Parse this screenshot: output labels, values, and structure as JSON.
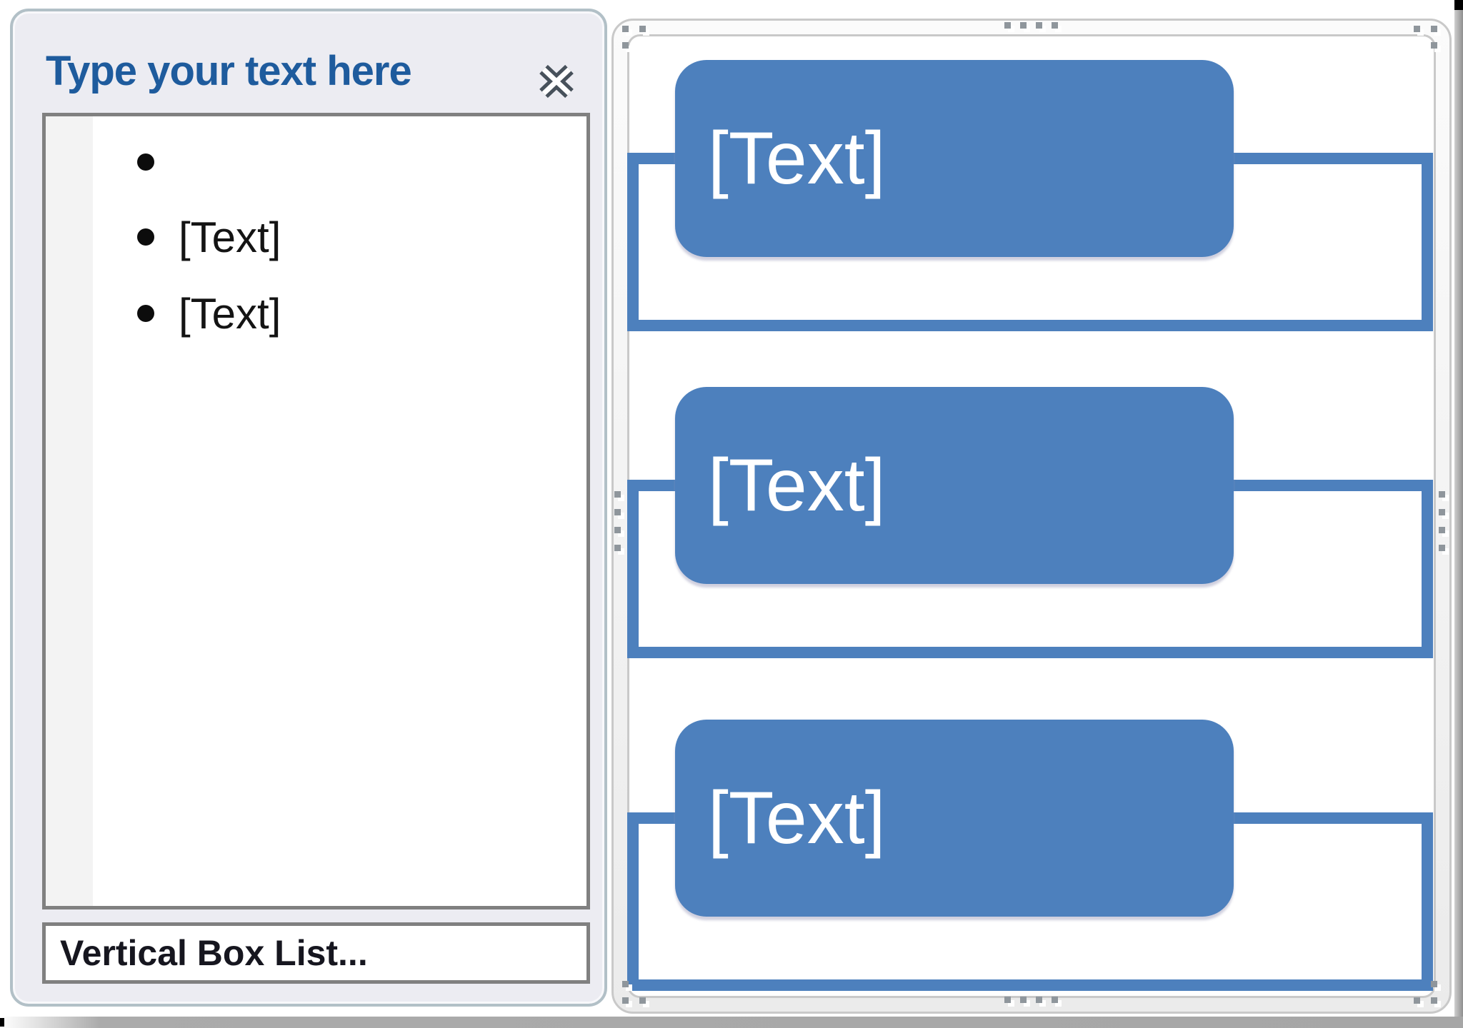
{
  "text_pane": {
    "title": "Type your text here",
    "items": [
      {
        "text": ""
      },
      {
        "text": "[Text]"
      },
      {
        "text": "[Text]"
      }
    ],
    "layout_name": "Vertical Box List..."
  },
  "diagram": {
    "shapes": [
      {
        "label": "[Text]"
      },
      {
        "label": "[Text]"
      },
      {
        "label": "[Text]"
      }
    ]
  },
  "icons": {
    "close": "x-cross"
  },
  "colors": {
    "accent_blue": "#4d80bd",
    "title_blue": "#1e5b9d",
    "panel_bg": "#ececf2",
    "list_border_grey": "#808080"
  }
}
